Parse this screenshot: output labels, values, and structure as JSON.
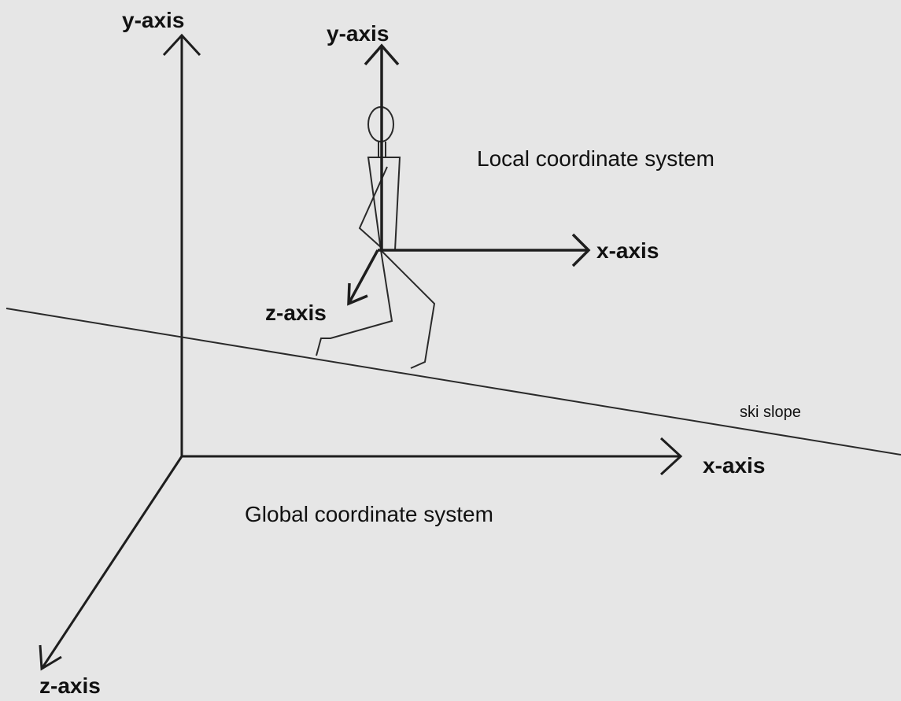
{
  "global": {
    "y_axis_label": "y-axis",
    "x_axis_label": "x-axis",
    "z_axis_label": "z-axis",
    "system_label": "Global coordinate system"
  },
  "local": {
    "y_axis_label": "y-axis",
    "x_axis_label": "x-axis",
    "z_axis_label": "z-axis",
    "system_label": "Local coordinate system"
  },
  "slope": {
    "label": "ski slope"
  },
  "colors": {
    "background": "#e6e6e6",
    "ink": "#1e1e1e"
  }
}
